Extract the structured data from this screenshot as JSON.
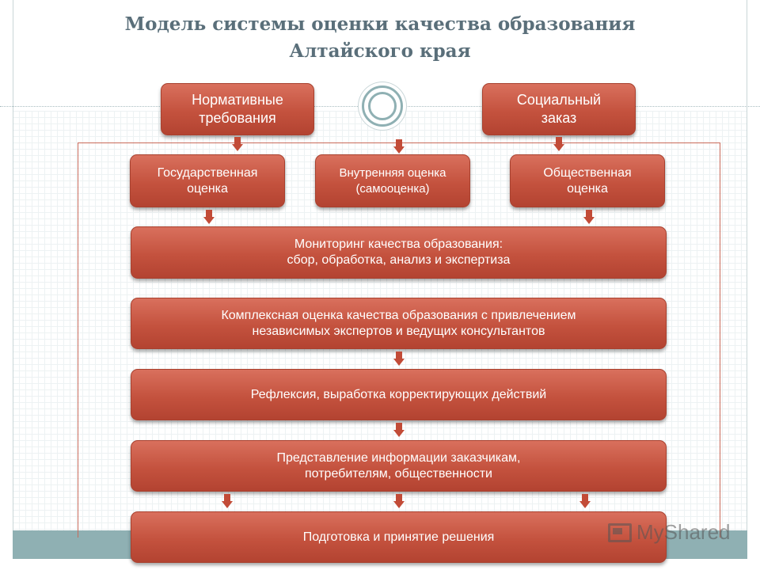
{
  "title": {
    "line1": "Модель системы оценки качества образования",
    "line2": "Алтайского края"
  },
  "top_row": {
    "normative": [
      "Нормативные",
      "требования"
    ],
    "social": [
      "Социальный",
      "заказ"
    ]
  },
  "assessment_row": {
    "state": [
      "Государственная",
      "оценка"
    ],
    "internal": [
      "Внутренняя оценка",
      "(самооценка)"
    ],
    "public": [
      "Общественная",
      "оценка"
    ]
  },
  "process": {
    "monitoring": [
      "Мониторинг качества образования:",
      "сбор, обработка, анализ и экспертиза"
    ],
    "complex": [
      "Комплексная оценка качества образования с привлечением",
      "независимых экспертов и ведущих консультантов"
    ],
    "reflection": "Рефлексия, выработка корректирующих действий",
    "presentation": [
      "Представление информации заказчикам,",
      "потребителям, общественности"
    ],
    "decision": "Подготовка и принятие решения"
  },
  "watermark": {
    "text": "MyShared",
    "icon": "monitor-icon"
  },
  "colors": {
    "box": "#c4523e",
    "arrow": "#c24b37",
    "title": "#5a6f7a",
    "accent": "#8fb0b3"
  }
}
